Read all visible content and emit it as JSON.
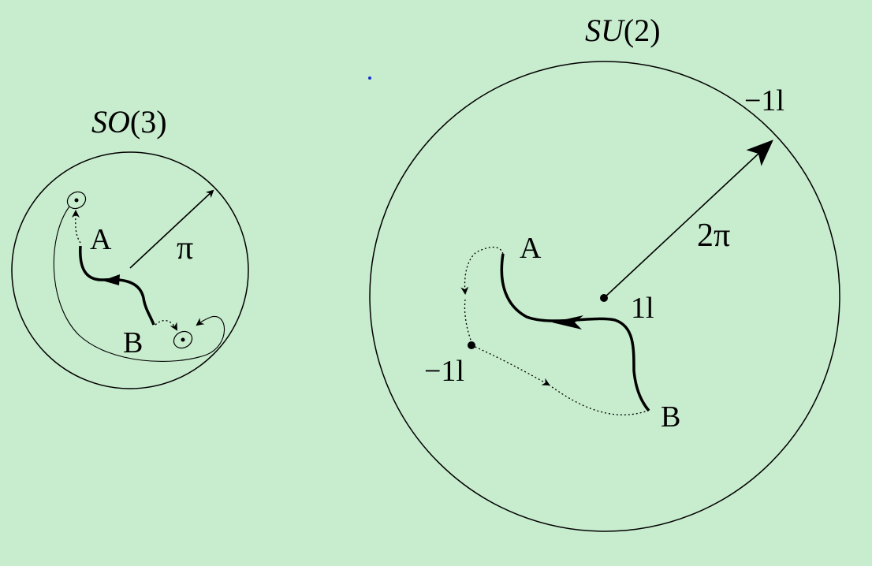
{
  "so3": {
    "title_group": "SO",
    "title_arg": "(3)",
    "point_a": "A",
    "point_b": "B",
    "radius_label": "π"
  },
  "su2": {
    "title_group": "SU",
    "title_arg": "(2)",
    "point_a": "A",
    "point_b": "B",
    "radius_label": "2π",
    "identity_label": "1l",
    "minus_identity_inner": "−1l",
    "minus_identity_boundary": "−1l"
  }
}
